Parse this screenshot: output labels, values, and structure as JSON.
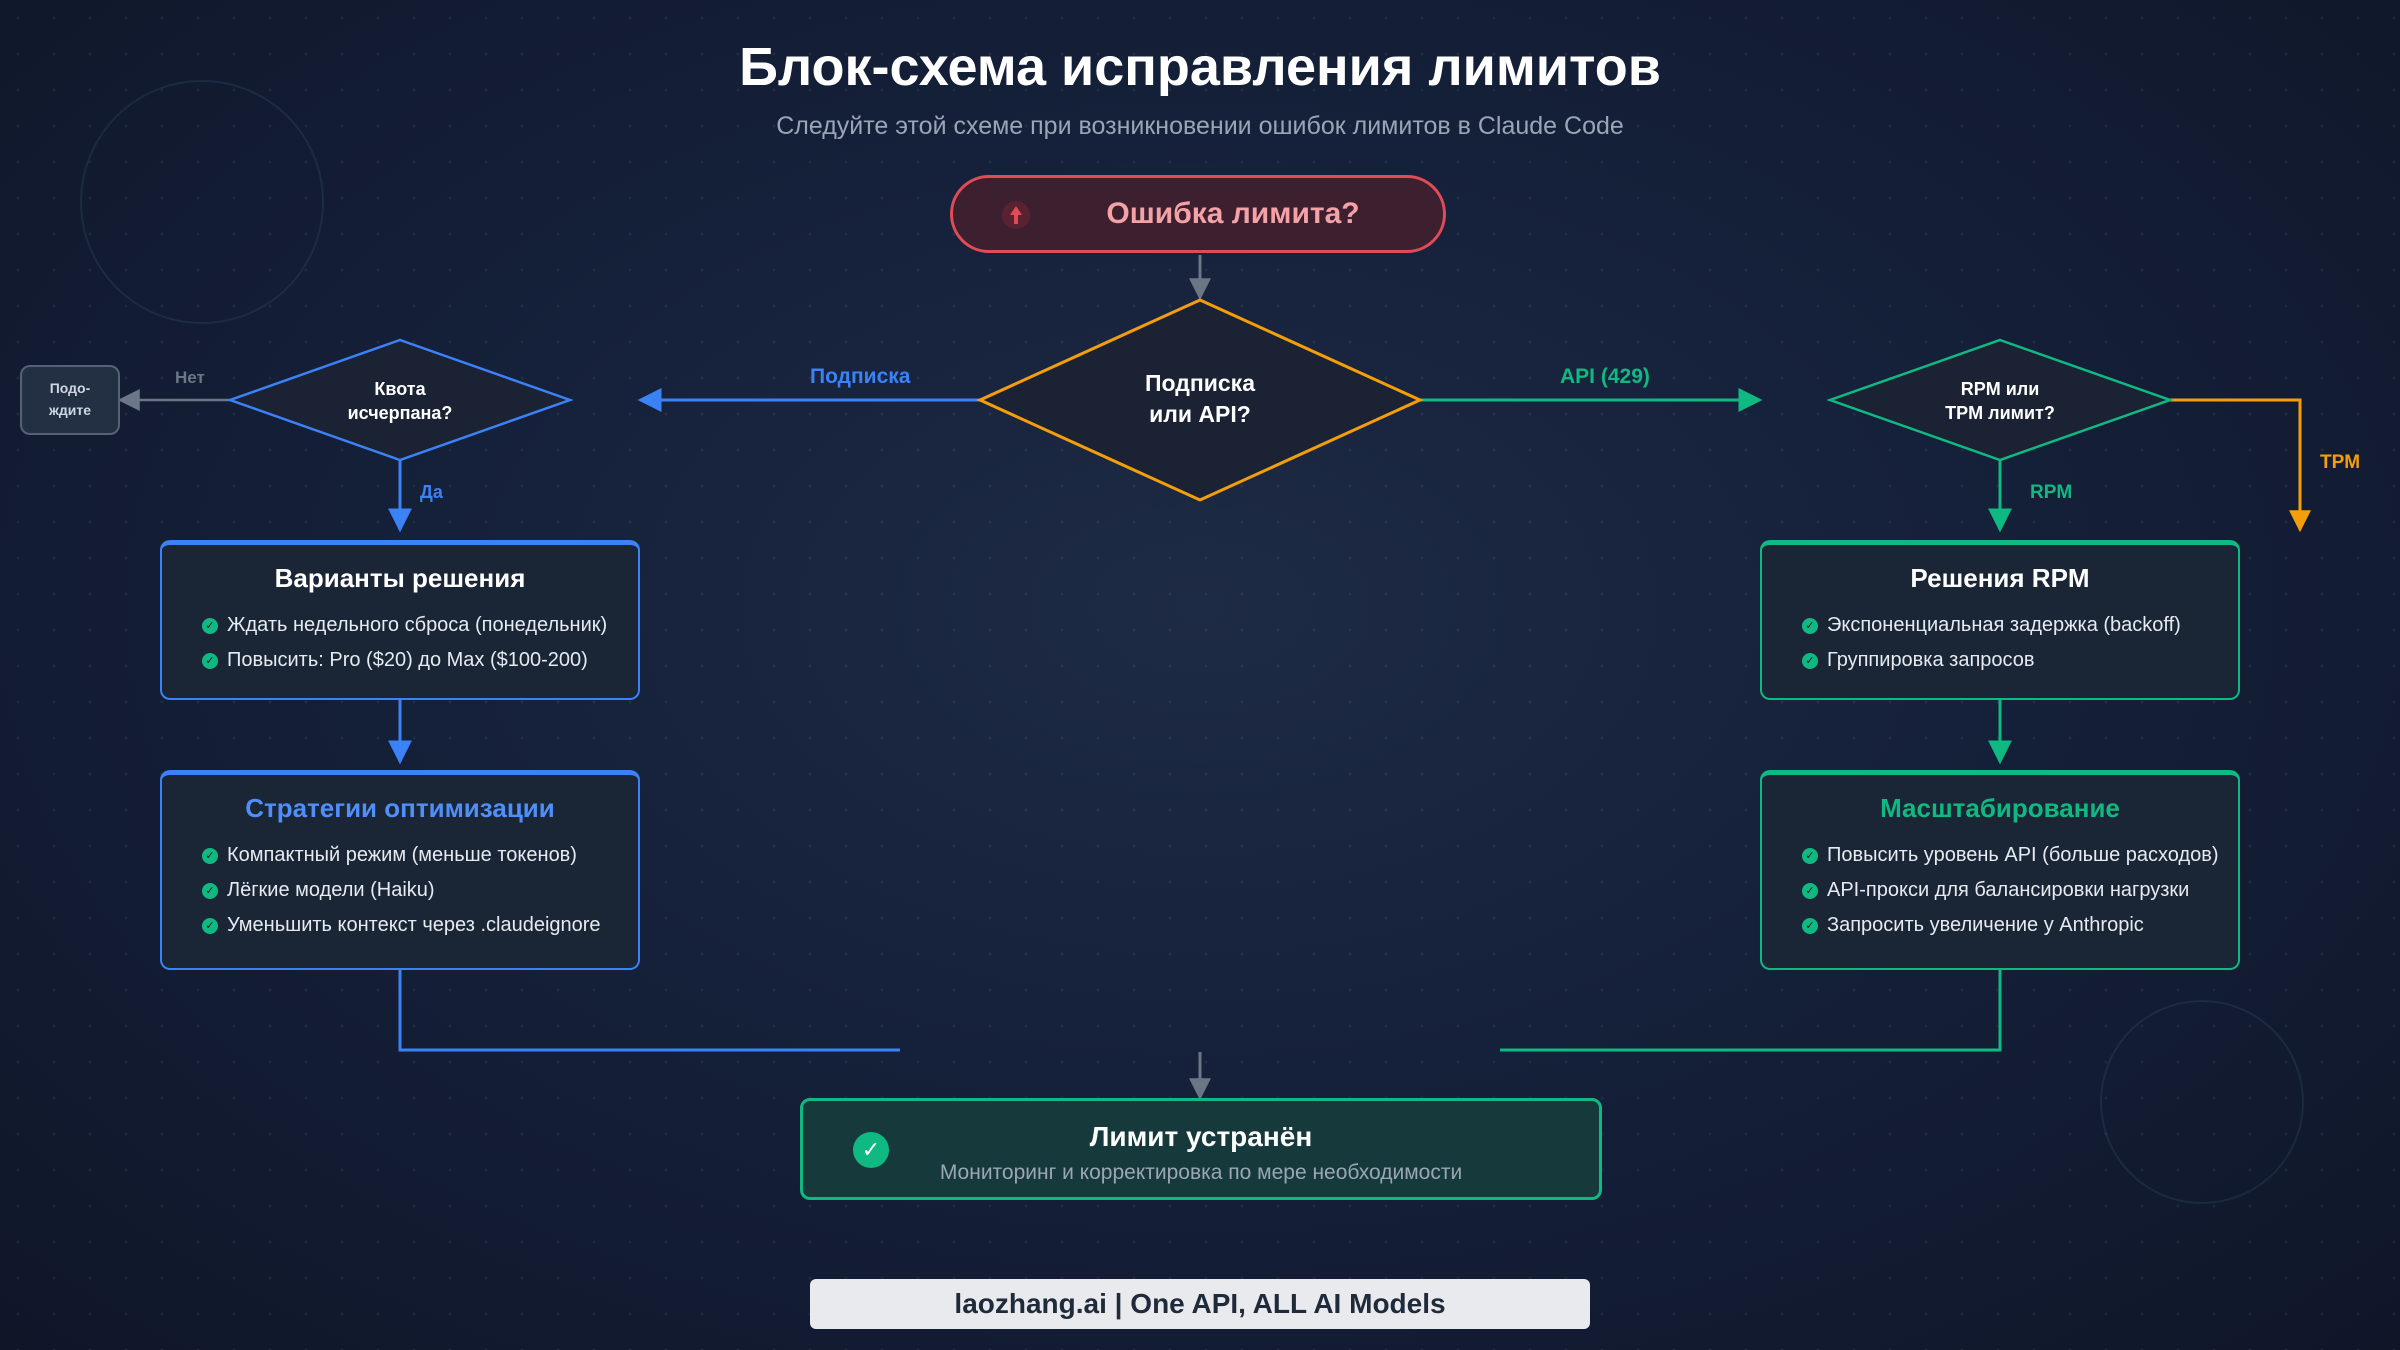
{
  "title": "Блок-схема исправления лимитов",
  "subtitle": "Следуйте этой схеме при возникновении ошибок лимитов в Claude Code",
  "start": {
    "label": "Ошибка лимита?",
    "icon": "alert-icon"
  },
  "decisions": {
    "main": {
      "line1": "Подписка",
      "line2": "или API?"
    },
    "quota": {
      "line1": "Квота",
      "line2": "исчерпана?"
    },
    "rate": {
      "line1": "RPM или",
      "line2": "TPM лимит?"
    }
  },
  "edges": {
    "subscription": "Подписка",
    "api": "API (429)",
    "no": "Нет",
    "yes": "Да",
    "rpm": "RPM",
    "tpm": "TPM"
  },
  "wait": {
    "line1": "Подо-",
    "line2": "ждите"
  },
  "boxes": {
    "solutions": {
      "title": "Варианты решения",
      "items": [
        "Ждать недельного сброса (понедельник)",
        "Повысить: Pro ($20) до Max ($100-200)"
      ]
    },
    "optimization": {
      "title": "Стратегии оптимизации",
      "items": [
        "Компактный режим (меньше токенов)",
        "Лёгкие модели (Haiku)",
        "Уменьшить контекст через .claudeignore"
      ]
    },
    "rpm": {
      "title": "Решения RPM",
      "items": [
        "Экспоненциальная задержка (backoff)",
        "Группировка запросов"
      ]
    },
    "scaling": {
      "title": "Масштабирование",
      "items": [
        "Повысить уровень API (больше расходов)",
        "API-прокси для балансировки нагрузки",
        "Запросить увеличение у Anthropic"
      ]
    }
  },
  "end": {
    "title": "Лимит устранён",
    "subtitle": "Мониторинг и корректировка по мере необходимости"
  },
  "footer": "laozhang.ai | One API, ALL AI Models",
  "colors": {
    "blue": "#3b82f6",
    "green": "#10b981",
    "orange": "#f59e0b",
    "red": "#e04b55",
    "gray": "#6b7686"
  }
}
